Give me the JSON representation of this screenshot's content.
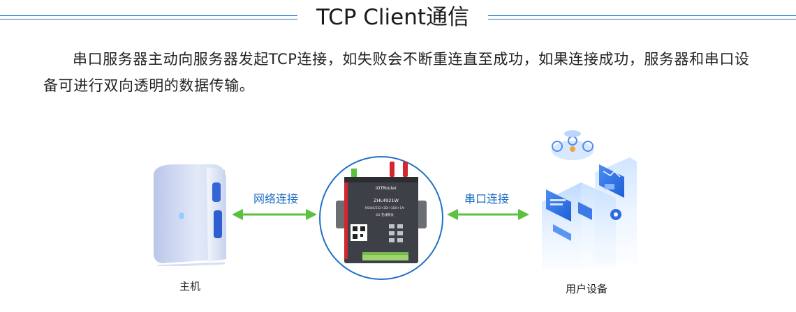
{
  "header": {
    "title": "TCP Client通信"
  },
  "description": "串口服务器主动向服务器发起TCP连接，如失败会不断重连直至成功，如果连接成功，服务器和串口设备可进行双向透明的数据传输。",
  "diagram": {
    "nodes": [
      {
        "id": "host",
        "label": "主机",
        "icon": "server-tower-icon"
      },
      {
        "id": "gateway",
        "icon": "router-device-icon",
        "device_text": [
          "IOTRouter",
          "ZHL4921W",
          "RS485/232+2DI+1DO+1AI",
          "4G 无线网关"
        ]
      },
      {
        "id": "user-device",
        "label": "用户设备",
        "icon": "user-equipment-icon"
      }
    ],
    "links": [
      {
        "from": "host",
        "to": "gateway",
        "label": "网络连接",
        "direction": "bidirectional"
      },
      {
        "from": "gateway",
        "to": "user-device",
        "label": "串口连接",
        "direction": "bidirectional"
      }
    ],
    "colors": {
      "accent": "#1f72c4",
      "arrow": "#5cc13e",
      "link_text": "#1f6fc2"
    }
  }
}
